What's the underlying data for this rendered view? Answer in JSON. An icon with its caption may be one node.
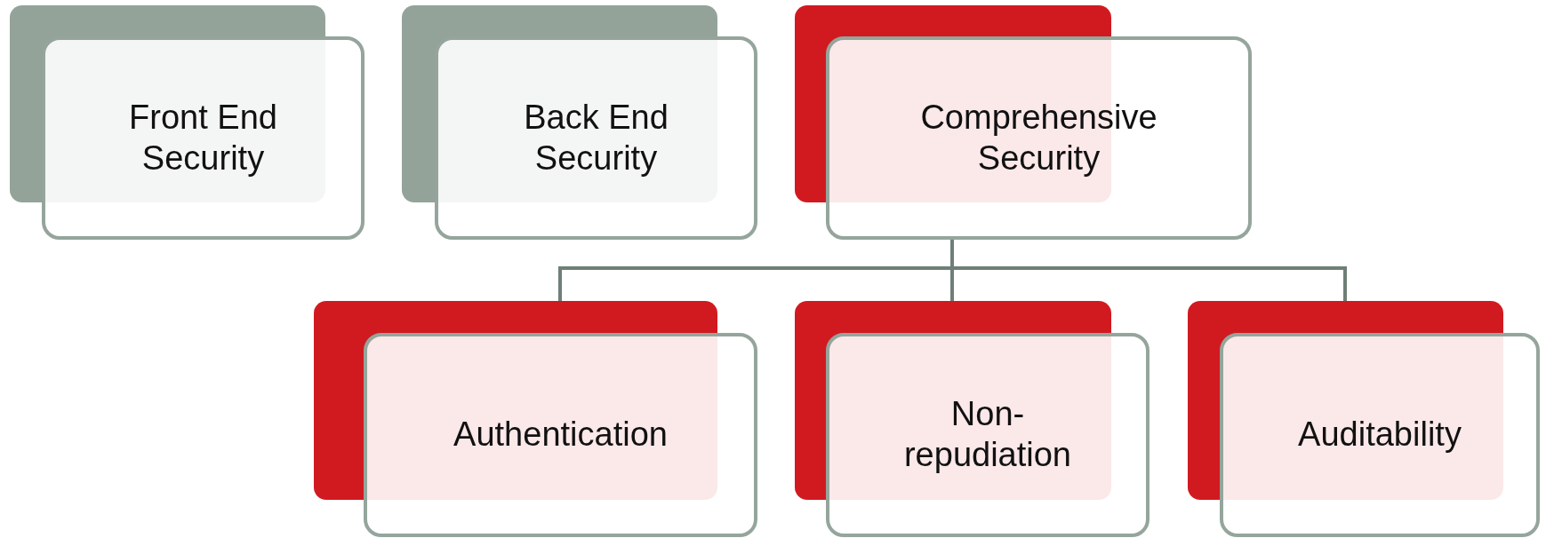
{
  "diagram": {
    "nodes": [
      {
        "text": [
          "Front End Security"
        ]
      },
      {
        "text": [
          "Back End Security"
        ]
      },
      {
        "text": [
          "Comprehensive Security"
        ]
      },
      {
        "text": [
          "Authentication"
        ]
      },
      {
        "text": [
          "Non-repudiation"
        ]
      },
      {
        "text": [
          "Auditability"
        ]
      }
    ],
    "edges": [
      {
        "from": 2,
        "to": 3,
        "arrow": "none"
      },
      {
        "from": 2,
        "to": 4,
        "arrow": "none"
      },
      {
        "from": 2,
        "to": 5,
        "arrow": "none"
      }
    ]
  }
}
